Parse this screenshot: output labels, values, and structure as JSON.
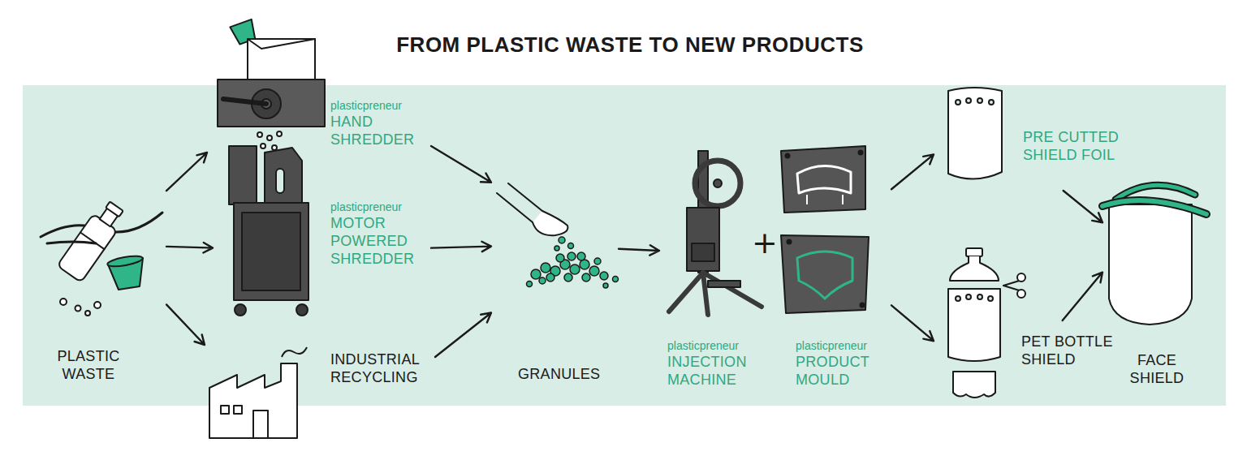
{
  "diagram": {
    "title": "FROM PLASTIC WASTE TO NEW PRODUCTS",
    "nodes": [
      {
        "text": [
          "PLASTIC WASTE"
        ]
      },
      {
        "text": [
          "plasticpreneur",
          "HAND SHREDDER"
        ]
      },
      {
        "text": [
          "plasticpreneur",
          "MOTOR POWERED SHREDDER"
        ]
      },
      {
        "text": [
          "INDUSTRIAL RECYCLING"
        ]
      },
      {
        "text": [
          "GRANULES"
        ]
      },
      {
        "text": [
          "plasticpreneur",
          "INJECTION MACHINE"
        ]
      },
      {
        "text": [
          "plasticpreneur",
          "PRODUCT MOULD"
        ]
      },
      {
        "text": [
          "PRE CUTTED SHIELD FOIL"
        ]
      },
      {
        "text": [
          "PET BOTTLE SHIELD"
        ]
      },
      {
        "text": [
          "FACE SHIELD"
        ]
      }
    ],
    "edges": [
      {
        "from": 0,
        "to": 1,
        "arrow": "to"
      },
      {
        "from": 0,
        "to": 2,
        "arrow": "to"
      },
      {
        "from": 0,
        "to": 3,
        "arrow": "to"
      },
      {
        "from": 1,
        "to": 4,
        "arrow": "to"
      },
      {
        "from": 2,
        "to": 4,
        "arrow": "to"
      },
      {
        "from": 3,
        "to": 4,
        "arrow": "to"
      },
      {
        "from": 4,
        "to": 5,
        "arrow": "to"
      },
      {
        "from": 6,
        "to": 7,
        "arrow": "to"
      },
      {
        "from": 6,
        "to": 8,
        "arrow": "to"
      },
      {
        "from": 7,
        "to": 9,
        "arrow": "to"
      },
      {
        "from": 8,
        "to": 9,
        "arrow": "to"
      }
    ],
    "labels": [
      "+"
    ]
  }
}
